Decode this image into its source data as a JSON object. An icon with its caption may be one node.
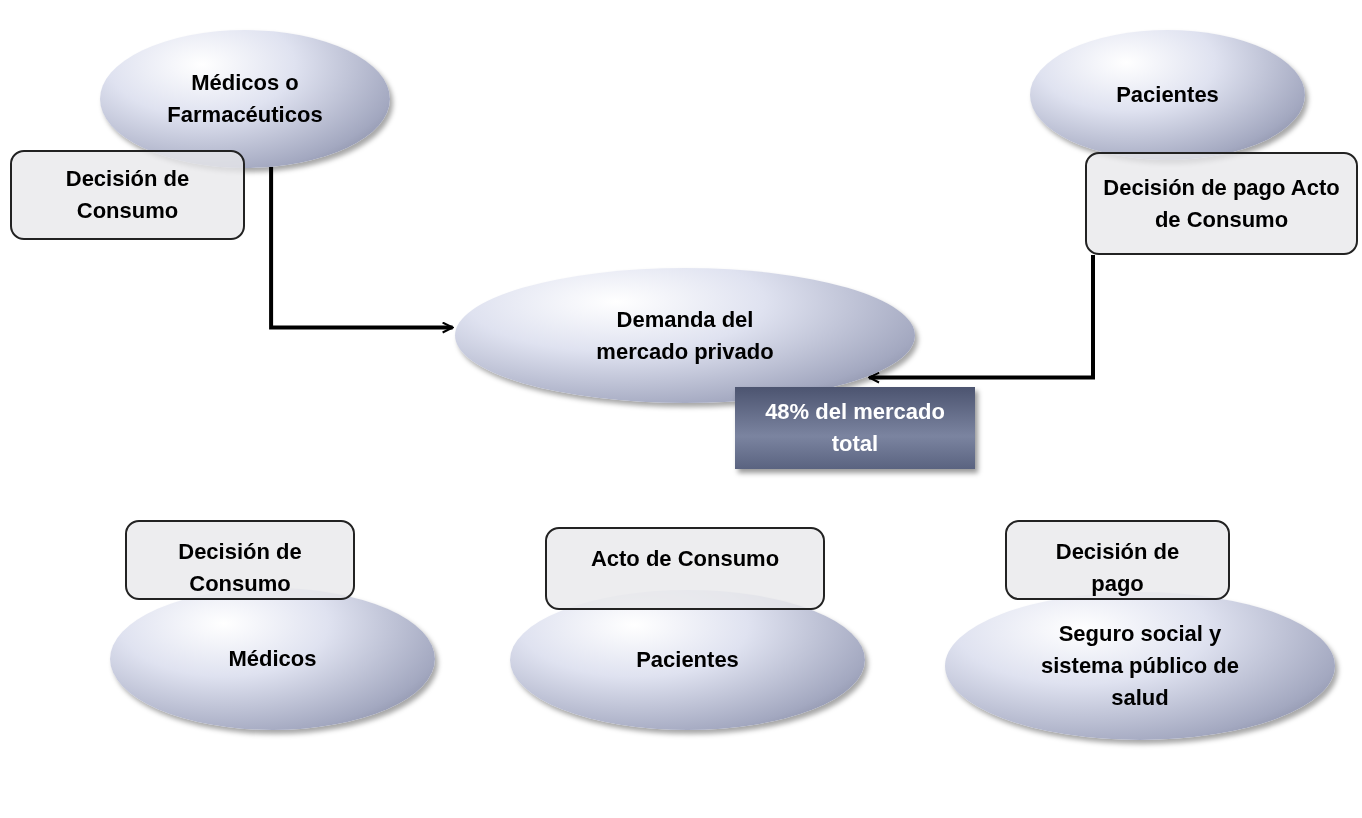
{
  "diagram": {
    "nodes": [
      {
        "text": [
          "Médicos o Farmacéuticos"
        ]
      },
      {
        "text": [
          "Decisión de Consumo"
        ]
      },
      {
        "text": [
          "Pacientes"
        ]
      },
      {
        "text": [
          "Decisión de pago Acto de Consumo"
        ]
      },
      {
        "text": [
          "Demanda del mercado privado"
        ]
      },
      {
        "text": [
          "48% del mercado total"
        ]
      },
      {
        "text": [
          "Médicos"
        ]
      },
      {
        "text": [
          "Decisión de Consumo"
        ]
      },
      {
        "text": [
          "Pacientes"
        ]
      },
      {
        "text": [
          "Acto de Consumo"
        ]
      },
      {
        "text": [
          "Seguro social y sistema público de salud"
        ]
      },
      {
        "text": [
          "Decisión de pago"
        ]
      }
    ],
    "edges": [
      {
        "from": 0,
        "to": 4,
        "arrow": "to"
      },
      {
        "from": 3,
        "to": 4,
        "arrow": "to"
      }
    ]
  }
}
